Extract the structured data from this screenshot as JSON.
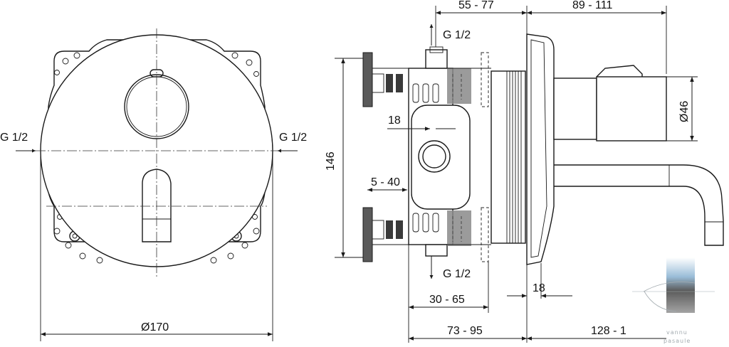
{
  "labels": {
    "g_left": "G 1/2",
    "g_right": "G 1/2",
    "g_top": "G 1/2",
    "g_bottom": "G 1/2",
    "dia_170": "Ø170",
    "dim_146": "146",
    "dim_18_top": "18",
    "dim_5_40": "5 - 40",
    "dim_55_77": "55 - 77",
    "dim_89_111": "89 - 111",
    "dia_46": "Ø46",
    "dim_18_bottom": "18",
    "dim_30_65": "30 - 65",
    "dim_73_95": "73 - 95",
    "dim_128": "128 - 1"
  },
  "watermark": {
    "line1": "vannu",
    "line2": "pasaule"
  },
  "colors": {
    "line": "#1a1a1a",
    "dark_block": "#3a3a3a",
    "gray_block": "#8a8a8a",
    "watermark_blue": "#6f9fc4"
  }
}
